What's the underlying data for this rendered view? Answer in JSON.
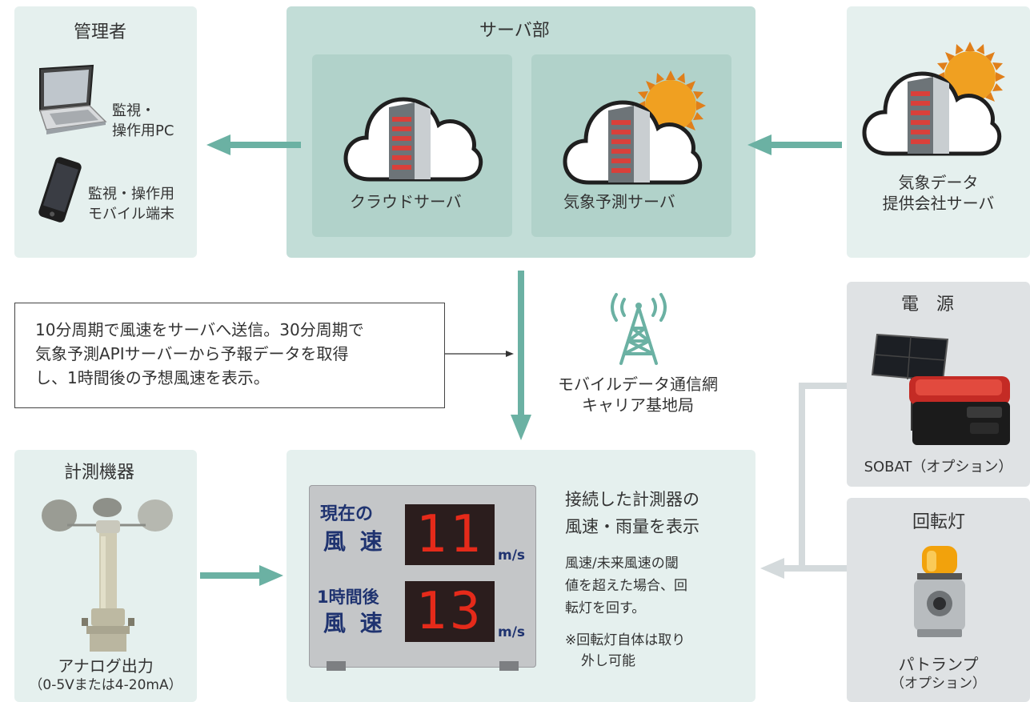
{
  "colors": {
    "teal": "#6bb1a3",
    "light_panel": "#e5f0ee",
    "server_panel": "#c2ddd7",
    "server_inner": "#b1d2ca",
    "grey_panel": "#dfe2e4",
    "grey_arrow": "#d4dadc",
    "sun": "#f0a021",
    "led": "#e52a1a"
  },
  "admin": {
    "title": "管理者",
    "pc_label_1": "監視・",
    "pc_label_2": "操作用PC",
    "mobile_label_1": "監視・操作用",
    "mobile_label_2": "モバイル端末"
  },
  "server": {
    "title": "サーバ部",
    "cloud_label": "クラウドサーバ",
    "forecast_label": "気象予測サーバ"
  },
  "provider": {
    "label_1": "気象データ",
    "label_2": "提供会社サーバ"
  },
  "note": {
    "line1": "10分周期で風速をサーバへ送信。30分周期で",
    "line2": "気象予測APIサーバーから予報データを取得",
    "line3": "し、1時間後の予想風速を表示。"
  },
  "network": {
    "label_1": "モバイルデータ通信網",
    "label_2": "キャリア基地局"
  },
  "power": {
    "title": "電　源",
    "label": "SOBAT（オプション）"
  },
  "lamp": {
    "title": "回転灯",
    "label_1": "パトランプ",
    "label_2": "（オプション）"
  },
  "sensor": {
    "title": "計測機器",
    "label_1": "アナログ出力",
    "label_2": "（0-5Vまたは4-20mA）"
  },
  "display": {
    "row1_label_1": "現在の",
    "row1_label_2": "風 速",
    "row1_value": "11",
    "unit": "m/s",
    "row2_label_1": "1時間後",
    "row2_label_2": "風 速",
    "row2_value": "13",
    "desc_1": "接続した計測器の",
    "desc_2": "風速・雨量を表示",
    "desc_3": "風速/未来風速の閾",
    "desc_4": "値を超えた場合、回",
    "desc_5": "転灯を回す。",
    "desc_6": "※回転灯自体は取り",
    "desc_7": "外し可能"
  }
}
